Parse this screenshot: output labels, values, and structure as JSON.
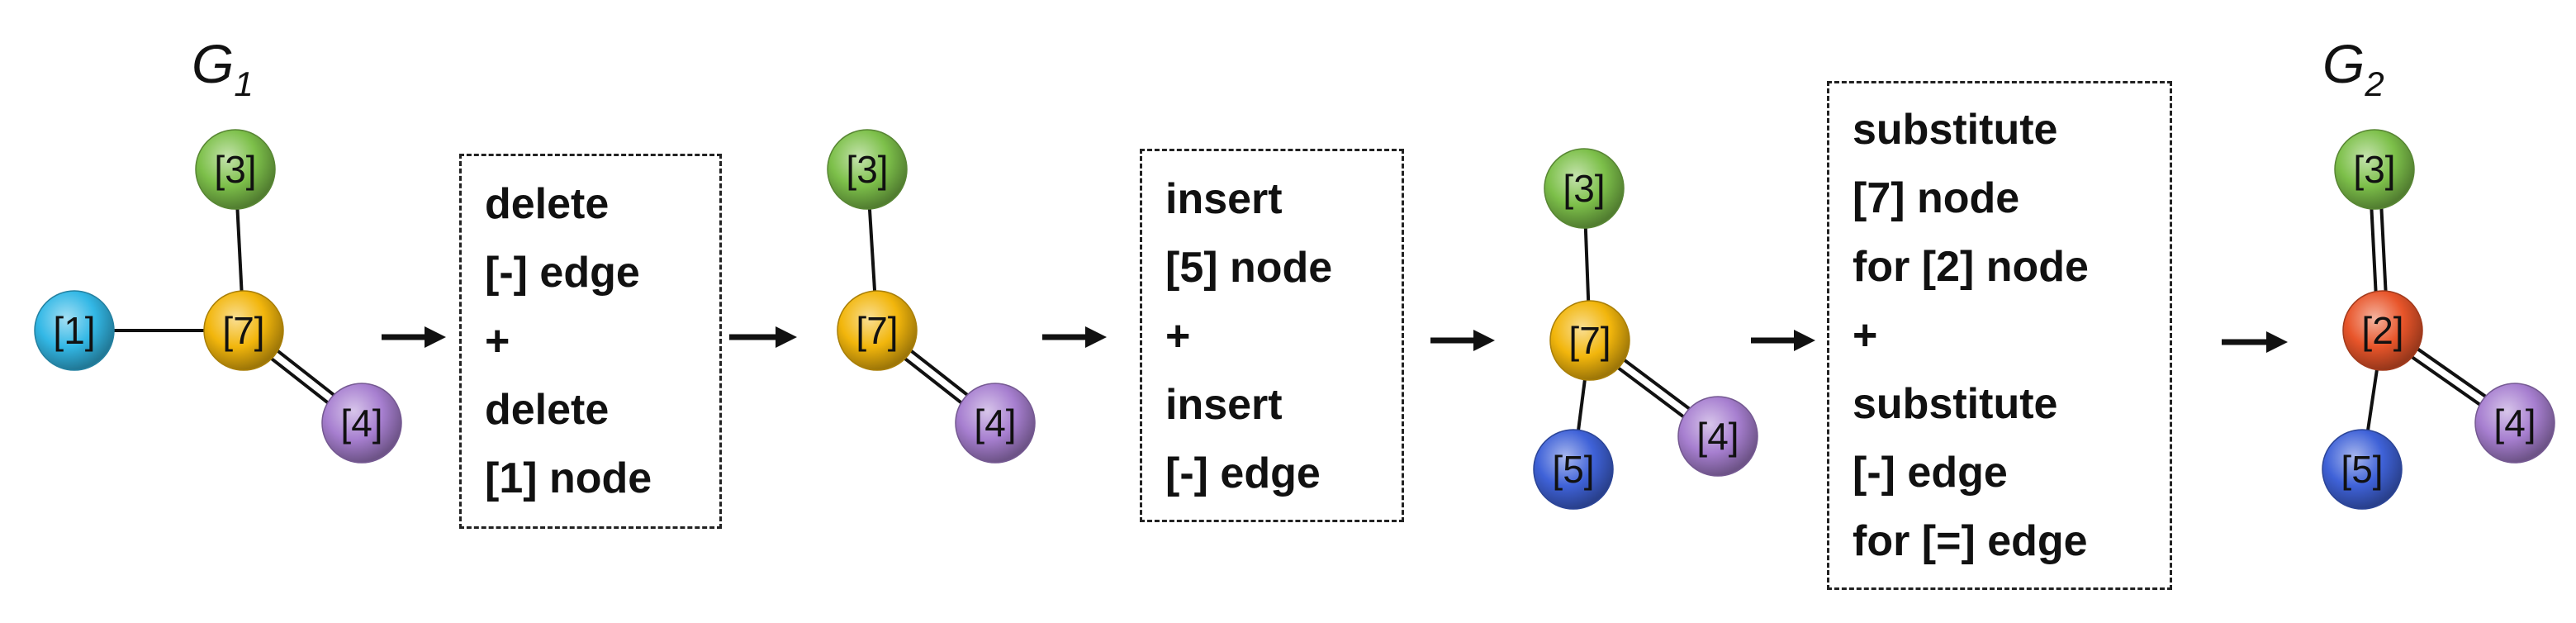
{
  "graphs": {
    "g1": {
      "name": "G",
      "sub": "1"
    },
    "g2": {
      "name": "G",
      "sub": "2"
    }
  },
  "colors": {
    "green": "#7dc04a",
    "cyan": "#33b8e6",
    "yellow": "#f2b60c",
    "purple": "#a77fd0",
    "blue": "#3f62d8",
    "orange": "#e8552a"
  },
  "molecules": [
    {
      "id": "g1",
      "nodes": [
        {
          "key": "n3",
          "label": "[3]",
          "color": "green"
        },
        {
          "key": "n1",
          "label": "[1]",
          "color": "cyan"
        },
        {
          "key": "n7",
          "label": "[7]",
          "color": "yellow"
        },
        {
          "key": "n4",
          "label": "[4]",
          "color": "purple"
        }
      ],
      "edges": [
        {
          "from": "n7",
          "to": "n3",
          "order": 1
        },
        {
          "from": "n7",
          "to": "n1",
          "order": 1
        },
        {
          "from": "n7",
          "to": "n4",
          "order": 2
        }
      ]
    },
    {
      "id": "step1",
      "nodes": [
        {
          "key": "n3",
          "label": "[3]",
          "color": "green"
        },
        {
          "key": "n7",
          "label": "[7]",
          "color": "yellow"
        },
        {
          "key": "n4",
          "label": "[4]",
          "color": "purple"
        }
      ],
      "edges": [
        {
          "from": "n7",
          "to": "n3",
          "order": 1
        },
        {
          "from": "n7",
          "to": "n4",
          "order": 2
        }
      ]
    },
    {
      "id": "step2",
      "nodes": [
        {
          "key": "n3",
          "label": "[3]",
          "color": "green"
        },
        {
          "key": "n7",
          "label": "[7]",
          "color": "yellow"
        },
        {
          "key": "n5",
          "label": "[5]",
          "color": "blue"
        },
        {
          "key": "n4",
          "label": "[4]",
          "color": "purple"
        }
      ],
      "edges": [
        {
          "from": "n7",
          "to": "n3",
          "order": 1
        },
        {
          "from": "n7",
          "to": "n5",
          "order": 1
        },
        {
          "from": "n7",
          "to": "n4",
          "order": 2
        }
      ]
    },
    {
      "id": "g2",
      "nodes": [
        {
          "key": "n3",
          "label": "[3]",
          "color": "green"
        },
        {
          "key": "n2",
          "label": "[2]",
          "color": "orange"
        },
        {
          "key": "n5",
          "label": "[5]",
          "color": "blue"
        },
        {
          "key": "n4",
          "label": "[4]",
          "color": "purple"
        }
      ],
      "edges": [
        {
          "from": "n2",
          "to": "n3",
          "order": 2
        },
        {
          "from": "n2",
          "to": "n5",
          "order": 1
        },
        {
          "from": "n2",
          "to": "n4",
          "order": 2
        }
      ]
    }
  ],
  "operations": [
    {
      "lines": [
        "delete",
        "[-] edge",
        "+",
        "delete",
        "[1] node"
      ]
    },
    {
      "lines": [
        "insert",
        "[5] node",
        "+",
        "insert",
        "[-] edge"
      ]
    },
    {
      "lines": [
        "substitute",
        "[7] node",
        "for [2] node",
        "+",
        "substitute",
        "[-] edge",
        "for [=] edge"
      ]
    }
  ],
  "arrow_count": 6
}
